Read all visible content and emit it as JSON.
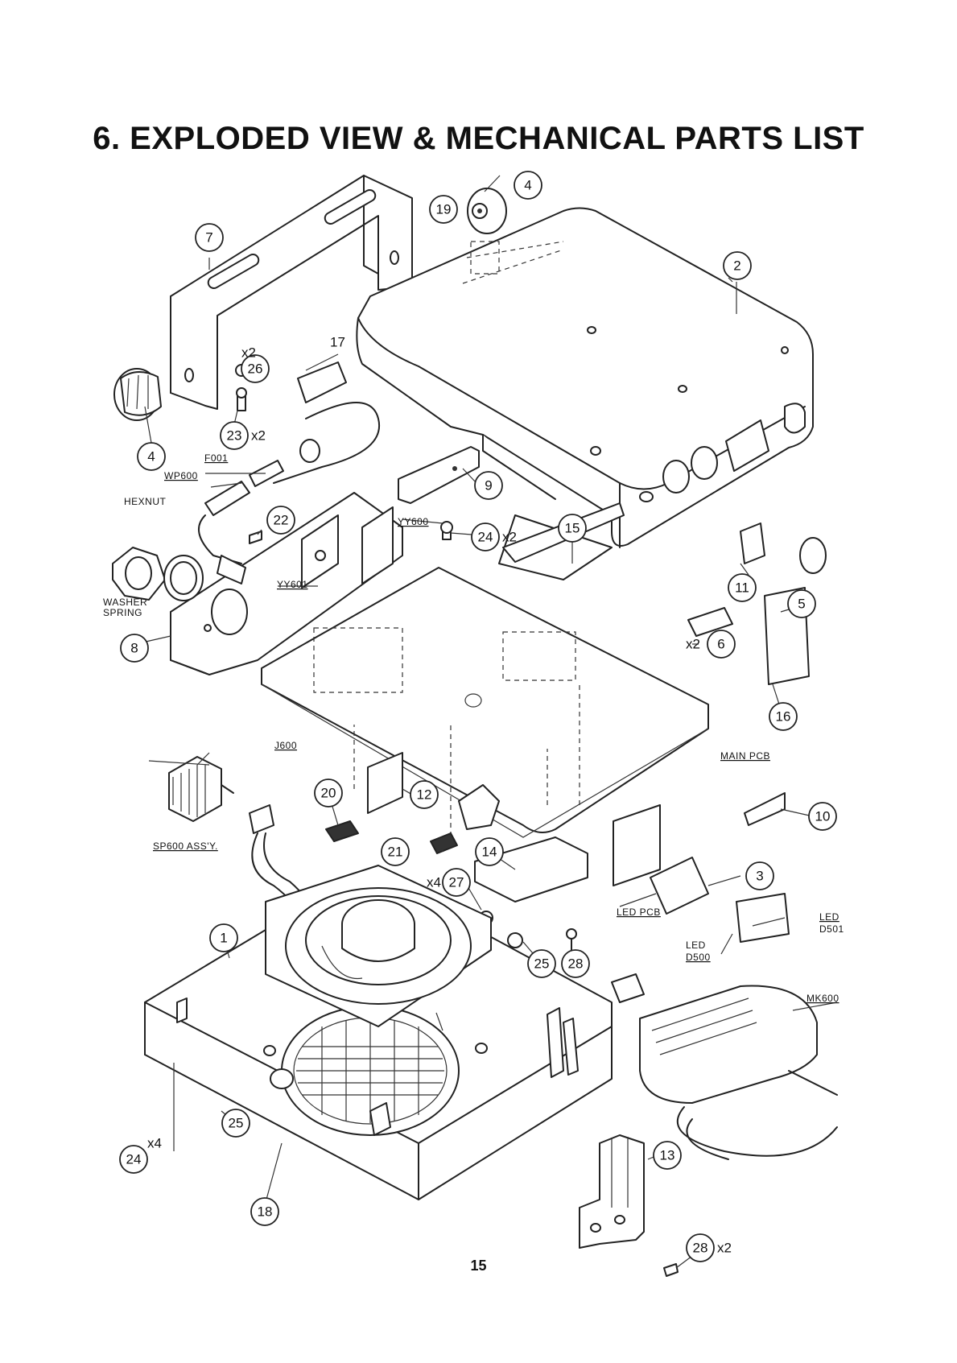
{
  "page": {
    "title": "6. EXPLODED VIEW & MECHANICAL PARTS LIST",
    "page_number": "15"
  },
  "callouts": [
    {
      "id": "c1",
      "num": "1",
      "mult": ""
    },
    {
      "id": "c2",
      "num": "2",
      "mult": ""
    },
    {
      "id": "c3",
      "num": "3",
      "mult": ""
    },
    {
      "id": "c4a",
      "num": "4",
      "mult": ""
    },
    {
      "id": "c4b",
      "num": "4",
      "mult": ""
    },
    {
      "id": "c5",
      "num": "5",
      "mult": ""
    },
    {
      "id": "c6",
      "num": "6",
      "mult": "x2",
      "mult_side": "left"
    },
    {
      "id": "c7",
      "num": "7",
      "mult": ""
    },
    {
      "id": "c8",
      "num": "8",
      "mult": ""
    },
    {
      "id": "c9",
      "num": "9",
      "mult": ""
    },
    {
      "id": "c10",
      "num": "10",
      "mult": ""
    },
    {
      "id": "c11",
      "num": "11",
      "mult": ""
    },
    {
      "id": "c12",
      "num": "12",
      "mult": ""
    },
    {
      "id": "c13",
      "num": "13",
      "mult": ""
    },
    {
      "id": "c14",
      "num": "14",
      "mult": ""
    },
    {
      "id": "c15",
      "num": "15",
      "mult": ""
    },
    {
      "id": "c16",
      "num": "16",
      "mult": ""
    },
    {
      "id": "c18",
      "num": "18",
      "mult": ""
    },
    {
      "id": "c19",
      "num": "19",
      "mult": ""
    },
    {
      "id": "c20",
      "num": "20",
      "mult": ""
    },
    {
      "id": "c21",
      "num": "21",
      "mult": ""
    },
    {
      "id": "c22",
      "num": "22",
      "mult": ""
    },
    {
      "id": "c23",
      "num": "23",
      "mult": "x2",
      "mult_side": "right"
    },
    {
      "id": "c24a",
      "num": "24",
      "mult": "x2",
      "mult_side": "right"
    },
    {
      "id": "c24b",
      "num": "24",
      "mult": "x4",
      "mult_side": "top"
    },
    {
      "id": "c25a",
      "num": "25",
      "mult": ""
    },
    {
      "id": "c25b",
      "num": "25",
      "mult": ""
    },
    {
      "id": "c26",
      "num": "26",
      "mult": "x2",
      "mult_side": "top"
    },
    {
      "id": "c27",
      "num": "27",
      "mult": "x4",
      "mult_side": "left"
    },
    {
      "id": "c28a",
      "num": "28",
      "mult": ""
    },
    {
      "id": "c28b",
      "num": "28",
      "mult": "x2",
      "mult_side": "right"
    }
  ],
  "free_labels": {
    "n17": "17",
    "hexnut": "HEXNUT",
    "washer": "WASHER",
    "spring": "SPRING"
  },
  "part_labels": {
    "f001": "F001",
    "wp600": "WP600",
    "yy600": "YY600",
    "yy601": "YY601",
    "j600": "J600",
    "sp600": "SP600 ASS'Y.",
    "main_pcb": "MAIN PCB",
    "led_pcb": "LED PCB",
    "led_d500_a": "LED",
    "led_d500_b": "D500",
    "led_d501_a": "LED",
    "led_d501_b": "D501",
    "mk600": "MK600"
  }
}
